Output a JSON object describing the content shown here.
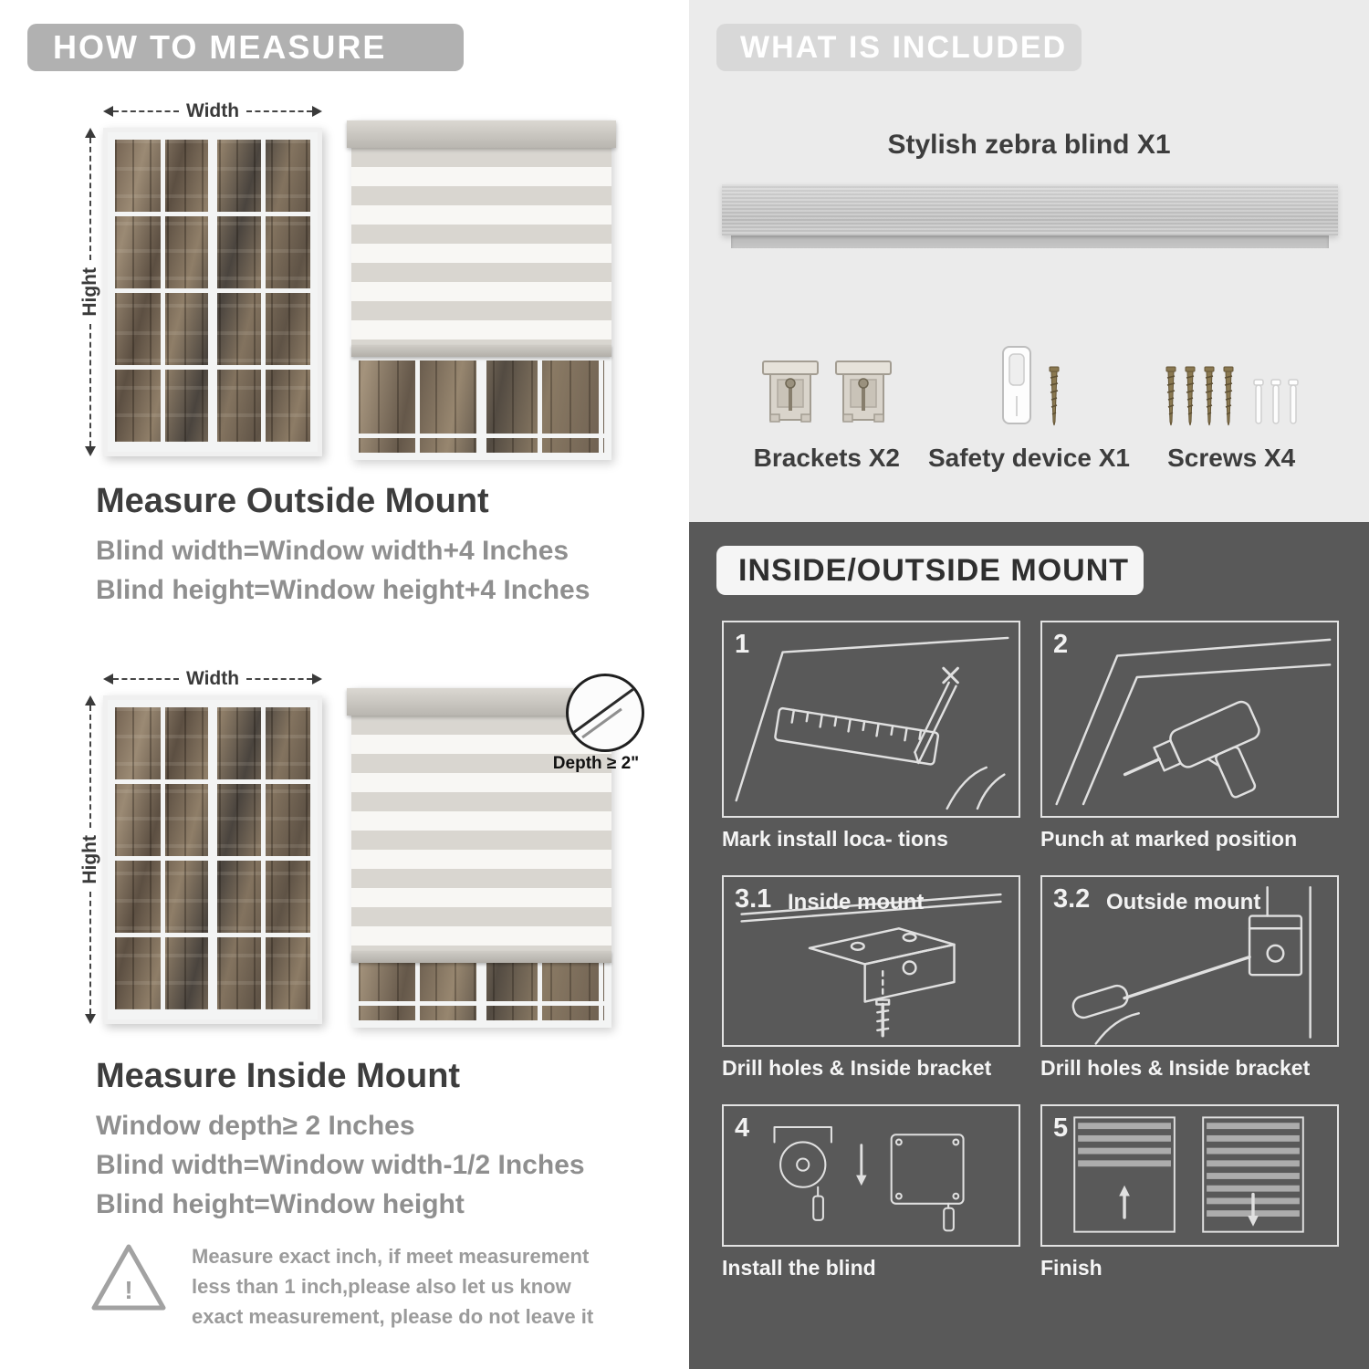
{
  "left": {
    "header": "HOW TO MEASURE",
    "outside": {
      "width_label": "Width",
      "height_label": "Hight",
      "title": "Measure Outside Mount",
      "lines": [
        "Blind width=Window width+4 Inches",
        "Blind height=Window height+4 Inches"
      ]
    },
    "inside": {
      "width_label": "Width",
      "height_label": "Hight",
      "depth_label": "Depth ≥ 2\"",
      "title": "Measure Inside Mount",
      "lines": [
        "Window depth≥ 2 Inches",
        "Blind width=Window width-1/2 Inches",
        "Blind height=Window height"
      ]
    },
    "warning": {
      "mark": "!",
      "text": "Measure exact inch, if meet measurement less than 1 inch,please also let us know exact measurement, please do not leave it"
    }
  },
  "included": {
    "header": "WHAT IS INCLUDED",
    "blind_label": "Stylish zebra blind X1",
    "items": [
      {
        "label": "Brackets X2"
      },
      {
        "label": "Safety device X1"
      },
      {
        "label": "Screws X4"
      }
    ]
  },
  "mount": {
    "header": "INSIDE/OUTSIDE MOUNT",
    "steps": [
      {
        "num": "1",
        "caption": "Mark install loca- tions"
      },
      {
        "num": "2",
        "caption": "Punch at  marked position"
      },
      {
        "num": "3.1",
        "label": "Inside mount",
        "caption": "Drill holes &  Inside bracket"
      },
      {
        "num": "3.2",
        "label": "Outside mount",
        "caption": "Drill holes &  Inside bracket"
      },
      {
        "num": "4",
        "caption": "Install the blind"
      },
      {
        "num": "5",
        "caption": "Finish"
      }
    ]
  },
  "colors": {
    "left_header_bg": "#b1b1b1",
    "included_bg": "#ebebeb",
    "included_header_bg": "#d8d8d8",
    "mount_bg": "#595959",
    "heading_text": "#3d3d3d",
    "body_text": "#8f8f8f"
  }
}
